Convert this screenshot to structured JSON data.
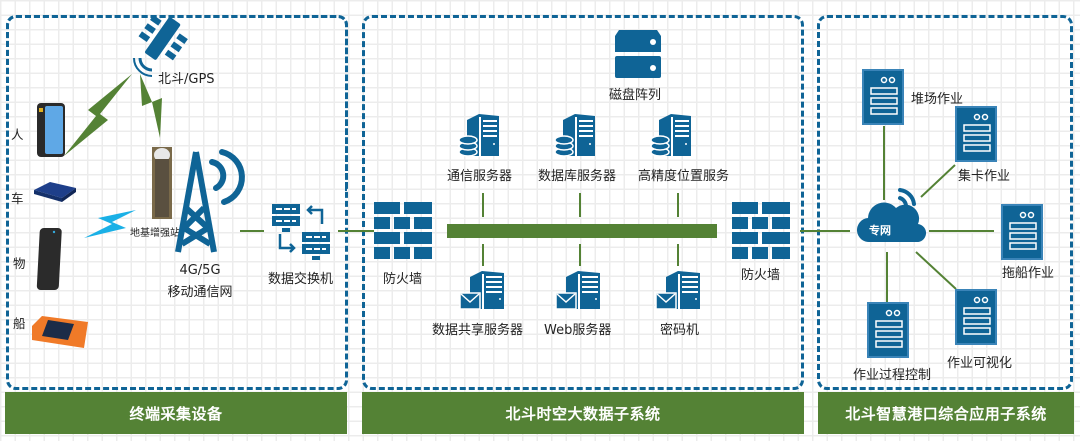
{
  "colors": {
    "accent_blue": "#0f6496",
    "accent_green": "#548235",
    "lightning_cyan": "#1ab0e6",
    "device_orange": "#f07a28"
  },
  "sections": {
    "terminal": {
      "footer": "终端采集设备",
      "satellite_label": "北斗/GPS",
      "devices": [
        {
          "label": "人",
          "icon": "smartphone-icon"
        },
        {
          "label": "车",
          "icon": "vehicle-terminal-icon"
        },
        {
          "label": "物",
          "icon": "tracker-device-icon"
        },
        {
          "label": "船",
          "icon": "ship-terminal-icon"
        }
      ],
      "ground_station_label": "地基增强站",
      "tower_label_line1": "4G/5G",
      "tower_label_line2": "移动通信网",
      "switch_label": "数据交换机"
    },
    "bigdata": {
      "footer": "北斗时空大数据子系统",
      "disk_array_label": "磁盘阵列",
      "firewall_left_label": "防火墙",
      "firewall_right_label": "防火墙",
      "top_servers": [
        "通信服务器",
        "数据库服务器",
        "高精度位置服务"
      ],
      "bottom_servers": [
        "数据共享服务器",
        "Web服务器",
        "密码机"
      ]
    },
    "port": {
      "footer": "北斗智慧港口综合应用子系统",
      "cloud_label": "专网",
      "apps": [
        "堆场作业",
        "集卡作业",
        "拖船作业",
        "作业可视化",
        "作业过程控制"
      ]
    }
  }
}
